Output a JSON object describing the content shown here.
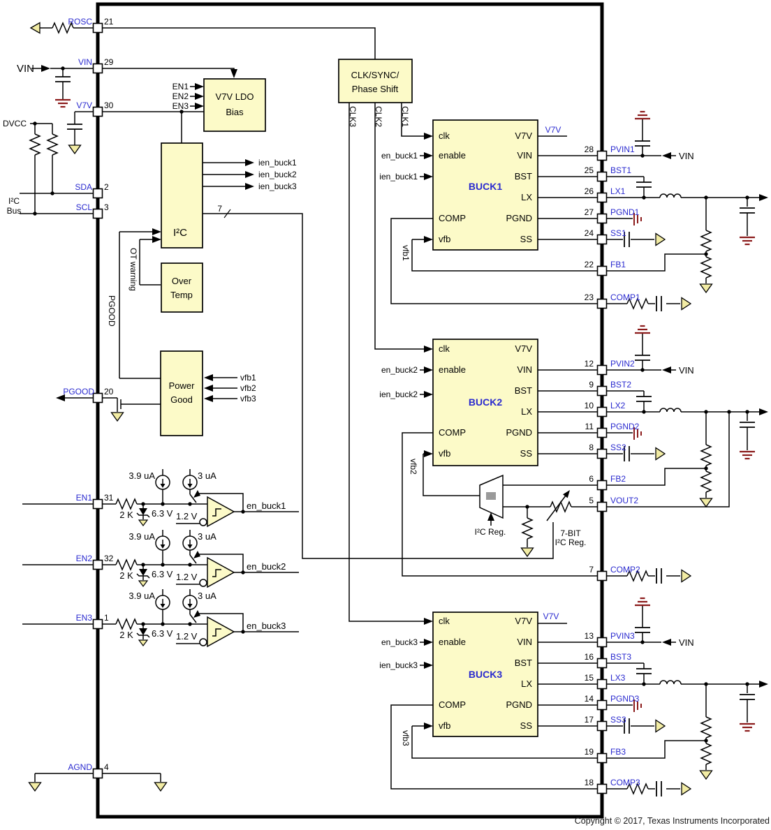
{
  "copyright": "Copyright © 2017, Texas Instruments Incorporated",
  "colors": {
    "accent_blue": "#2A2ACF",
    "dark_red": "#8B1A1A",
    "block_fill": "#FCFAC8",
    "gnd_fill": "#F2ECA4"
  },
  "left_pins": {
    "rosc": {
      "label": "ROSC",
      "num": "21"
    },
    "vin": {
      "label": "VIN",
      "num": "29"
    },
    "v7v": {
      "label": "V7V",
      "num": "30"
    },
    "sda": {
      "label": "SDA",
      "num": "2"
    },
    "scl": {
      "label": "SCL",
      "num": "3"
    },
    "pgood": {
      "label": "PGOOD",
      "num": "20"
    },
    "en1": {
      "label": "EN1",
      "num": "31"
    },
    "en2": {
      "label": "EN2",
      "num": "32"
    },
    "en3": {
      "label": "EN3",
      "num": "1"
    },
    "agnd": {
      "label": "AGND",
      "num": "4"
    }
  },
  "right_pins": {
    "pvin1": {
      "label": "PVIN1",
      "num": "28"
    },
    "bst1": {
      "label": "BST1",
      "num": "25"
    },
    "lx1": {
      "label": "LX1",
      "num": "26"
    },
    "pgnd1": {
      "label": "PGND1",
      "num": "27"
    },
    "ss1": {
      "label": "SS1",
      "num": "24"
    },
    "fb1": {
      "label": "FB1",
      "num": "22"
    },
    "comp1": {
      "label": "COMP1",
      "num": "23"
    },
    "pvin2": {
      "label": "PVIN2",
      "num": "12"
    },
    "bst2": {
      "label": "BST2",
      "num": "9"
    },
    "lx2": {
      "label": "LX2",
      "num": "10"
    },
    "pgnd2": {
      "label": "PGND2",
      "num": "11"
    },
    "ss2": {
      "label": "SS2",
      "num": "8"
    },
    "fb2": {
      "label": "FB2",
      "num": "6"
    },
    "vout2": {
      "label": "VOUT2",
      "num": "5"
    },
    "comp2": {
      "label": "COMP2",
      "num": "7"
    },
    "pvin3": {
      "label": "PVIN3",
      "num": "13"
    },
    "bst3": {
      "label": "BST3",
      "num": "16"
    },
    "lx3": {
      "label": "LX3",
      "num": "15"
    },
    "pgnd3": {
      "label": "PGND3",
      "num": "14"
    },
    "ss3": {
      "label": "SS3",
      "num": "17"
    },
    "fb3": {
      "label": "FB3",
      "num": "19"
    },
    "comp3": {
      "label": "COMP3",
      "num": "18"
    }
  },
  "blocks": {
    "ldo1": "V7V LDO",
    "ldo2": "Bias",
    "i2c": "I²C",
    "ot1": "Over",
    "ot2": "Temp",
    "pg1": "Power",
    "pg2": "Good",
    "clk1": "CLK/SYNC/",
    "clk2": "Phase Shift",
    "buck1": "BUCK1",
    "buck2": "BUCK2",
    "buck3": "BUCK3"
  },
  "buck_io": {
    "clk": "clk",
    "enable": "enable",
    "comp": "COMP",
    "vfb": "vfb",
    "v7v": "V7V",
    "vin": "VIN",
    "bst": "BST",
    "lx": "LX",
    "pgnd": "PGND",
    "ss": "SS"
  },
  "nets": {
    "ien1": "ien_buck1",
    "ien2": "ien_buck2",
    "ien3": "ien_buck3",
    "en1": "en_buck1",
    "en2": "en_buck2",
    "en3": "en_buck3",
    "vfb1": "vfb1",
    "vfb2": "vfb2",
    "vfb3": "vfb3",
    "clk1": "CLK1",
    "clk2": "CLK2",
    "clk3": "CLK3",
    "pgood": "PGOOD",
    "ot": "OT warning",
    "bus": "7",
    "v7v": "V7V"
  },
  "labels": {
    "vin": "VIN",
    "dvcc": "DVCC",
    "i2c1": "I²C",
    "i2c2": "Bus"
  },
  "en_cell": {
    "r": "2 K",
    "z": "6.3 V",
    "i1": "3.9 uA",
    "i2": "3 uA",
    "vref": "1.2 V"
  },
  "mux": {
    "sel": "I²C Reg.",
    "trim1": "7-BIT",
    "trim2": "I²C Reg."
  }
}
